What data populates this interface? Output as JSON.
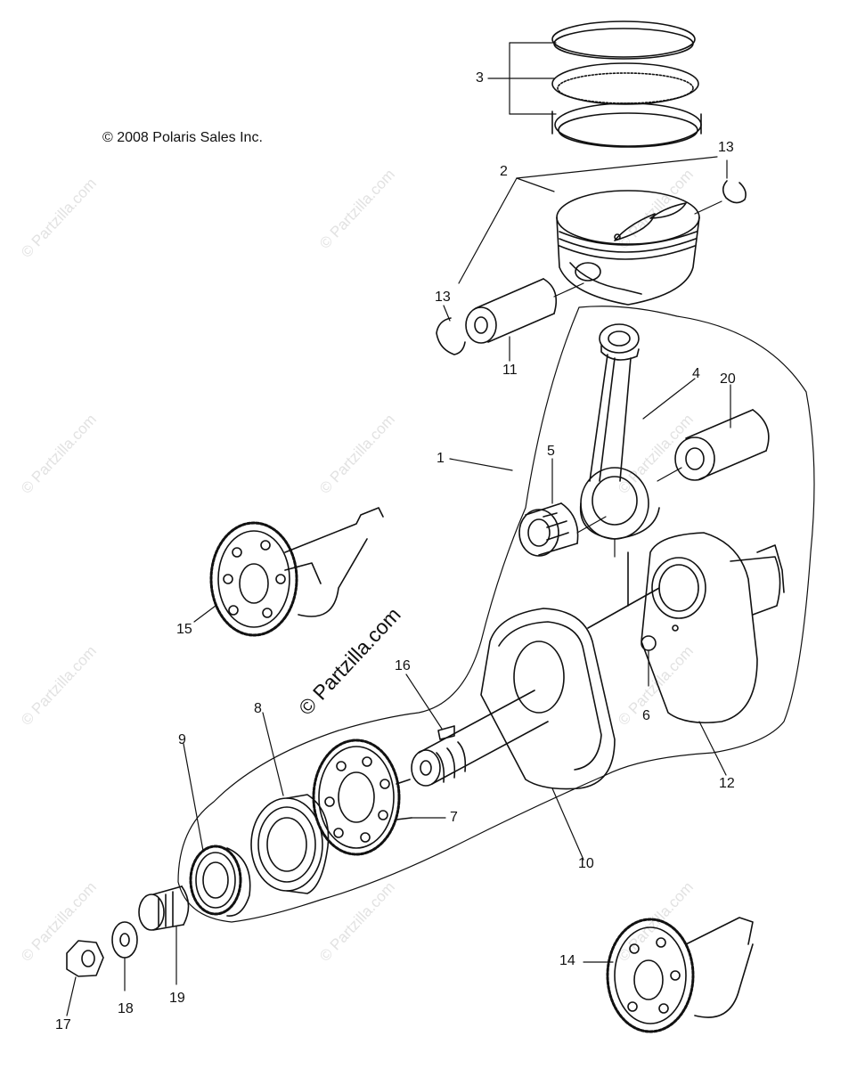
{
  "copyright": "© 2008 Polaris Sales Inc.",
  "watermark": "© Partzilla.com",
  "callouts": [
    {
      "id": "c1",
      "label": "1"
    },
    {
      "id": "c2",
      "label": "2"
    },
    {
      "id": "c3",
      "label": "3"
    },
    {
      "id": "c4",
      "label": "4"
    },
    {
      "id": "c5",
      "label": "5"
    },
    {
      "id": "c6",
      "label": "6"
    },
    {
      "id": "c7",
      "label": "7"
    },
    {
      "id": "c8",
      "label": "8"
    },
    {
      "id": "c9",
      "label": "9"
    },
    {
      "id": "c10",
      "label": "10"
    },
    {
      "id": "c11",
      "label": "11"
    },
    {
      "id": "c12",
      "label": "12"
    },
    {
      "id": "c13a",
      "label": "13"
    },
    {
      "id": "c13b",
      "label": "13"
    },
    {
      "id": "c14",
      "label": "14"
    },
    {
      "id": "c15",
      "label": "15"
    },
    {
      "id": "c16",
      "label": "16"
    },
    {
      "id": "c17",
      "label": "17"
    },
    {
      "id": "c18",
      "label": "18"
    },
    {
      "id": "c19",
      "label": "19"
    },
    {
      "id": "c20",
      "label": "20"
    }
  ]
}
